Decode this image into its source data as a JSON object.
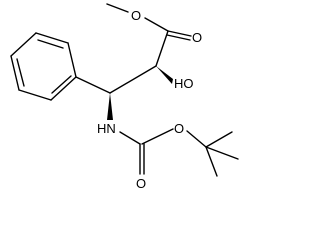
{
  "molecule": {
    "atoms": {
      "ester_oxygen": "O",
      "carbonyl_oxygen_top": "O",
      "hydroxyl": "HO",
      "amine": "HN",
      "carbamate_ether_oxygen": "O",
      "carbamate_carbonyl_oxygen": "O"
    },
    "colors": {
      "bond": "#000000",
      "text": "#000000",
      "background": "#ffffff"
    }
  }
}
